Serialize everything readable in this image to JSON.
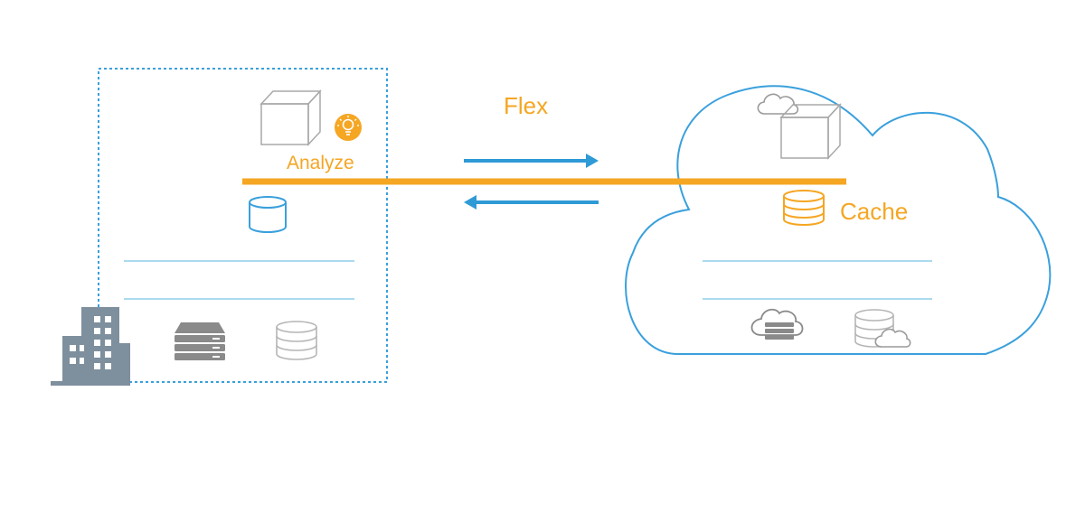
{
  "labels": {
    "flex": "Flex",
    "analyze": "Analyze",
    "cache": "Cache"
  },
  "colors": {
    "accent_orange": "#F5A623",
    "arrow_blue": "#2E9AD6",
    "outline_blue": "#3AA0DC",
    "line_blue": "#8FCDE8",
    "icon_gray": "#8A8A8A",
    "icon_light_gray": "#B5B5B5",
    "building_gray": "#7E8F9E"
  },
  "icons": {
    "on_premises": [
      "building-icon",
      "cube-icon",
      "lightbulb-icon",
      "database-icon",
      "server-icon",
      "storage-icon"
    ],
    "cloud": [
      "cloud-icon",
      "cube-icon",
      "cache-icon",
      "cloud-server-icon",
      "cloud-storage-icon"
    ],
    "connections": [
      "arrow-right-icon",
      "arrow-left-icon"
    ]
  }
}
